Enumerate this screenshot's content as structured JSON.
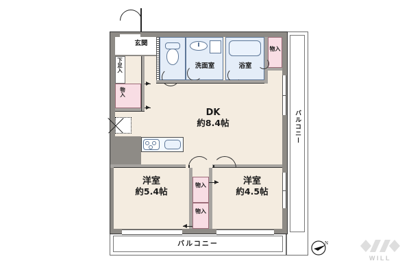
{
  "plan": {
    "type": "floor-plan",
    "rooms": [
      {
        "id": "dk",
        "name": "DK",
        "size": "約8.4帖"
      },
      {
        "id": "washitsu_left",
        "name": "洋室",
        "size": "約5.4帖"
      },
      {
        "id": "washitsu_right",
        "name": "洋室",
        "size": "約4.5帖"
      }
    ],
    "labels": {
      "entrance": "玄関",
      "shoe_closet": "下足入",
      "closet_entry": "物入",
      "closet_bath": "物入",
      "closet_center_upper": "物入",
      "closet_center_lower": "物入",
      "washroom": "洗面室",
      "bathroom": "浴室",
      "balcony_bottom": "バルコニー",
      "balcony_right": "バルコニー"
    },
    "logo": {
      "text": "WILL"
    },
    "compass": {
      "direction": "N"
    }
  }
}
